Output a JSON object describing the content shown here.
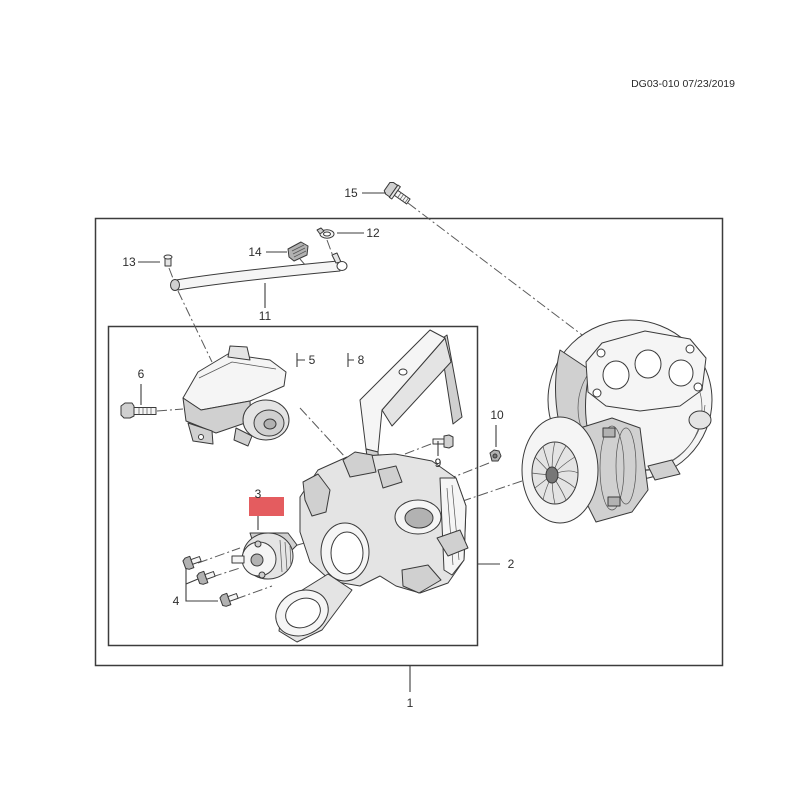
{
  "header": {
    "doc_id": "DG03-010 07/23/2019"
  },
  "callouts": {
    "c1": "1",
    "c2": "2",
    "c3": "3",
    "c4": "4",
    "c5": "5",
    "c6": "6",
    "c8": "8",
    "c9": "9",
    "c10": "10",
    "c11": "11",
    "c12": "12",
    "c13": "13",
    "c14": "14",
    "c15": "15"
  },
  "highlight": {
    "color": "#e45c5f"
  }
}
